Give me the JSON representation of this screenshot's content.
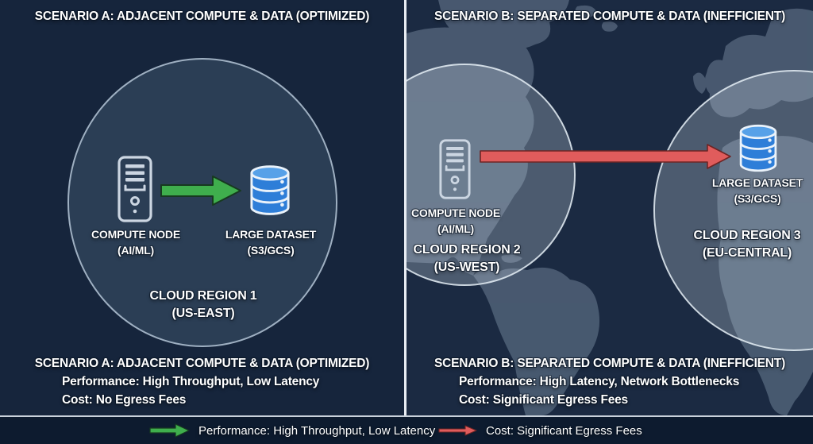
{
  "panel_a": {
    "title": "SCENARIO A: ADJACENT COMPUTE & DATA (OPTIMIZED)",
    "compute_node": {
      "label": "COMPUTE NODE",
      "sublabel": "(AI/ML)"
    },
    "dataset": {
      "label": "LARGE DATASET",
      "sublabel": "(S3/GCS)"
    },
    "region": {
      "label": "CLOUD REGION 1",
      "sublabel": "(US-EAST)"
    },
    "summary": {
      "title": "SCENARIO A: ADJACENT COMPUTE & DATA (OPTIMIZED)",
      "performance": "Performance: High Throughput, Low Latency",
      "cost": "Cost: No Egress Fees"
    }
  },
  "panel_b": {
    "title": "SCENARIO B: SEPARATED COMPUTE & DATA (INEFFICIENT)",
    "compute_node": {
      "label": "COMPUTE NODE",
      "sublabel": "(AI/ML)"
    },
    "region2": {
      "label": "CLOUD REGION 2",
      "sublabel": "(US-WEST)"
    },
    "dataset": {
      "label": "LARGE DATASET",
      "sublabel": "(S3/GCS)"
    },
    "region3": {
      "label": "CLOUD REGION 3",
      "sublabel": "(EU-CENTRAL)"
    },
    "summary": {
      "title": "SCENARIO B: SEPARATED COMPUTE & DATA (INEFFICIENT)",
      "performance": "Performance: High Latency, Network Bottlenecks",
      "cost": "Cost: Significant Egress Fees"
    }
  },
  "legend": {
    "performance_label": "Performance: High Throughput, Low Latency",
    "cost_label": "Cost: Significant Egress Fees"
  },
  "icons": {
    "compute_node": "server-tower-icon",
    "dataset": "database-cylinder-icon",
    "fast_transfer": "green-arrow-icon",
    "slow_transfer": "red-arrow-icon"
  },
  "colors": {
    "panel_a_bg": "#16253c",
    "panel_b_ocean": "#1b2a42",
    "map_land": "#4d5e74",
    "circle_a_fill": "#2b3e55",
    "circle_a_border": "#9fb0c2",
    "divider": "#e8edf3",
    "text": "#ffffff",
    "arrow_green": "#3fae4d",
    "arrow_red": "#e05c5c",
    "db_blue": "#2e7ed8",
    "db_blue_top": "#57a1e8",
    "icon_stroke": "#ccd6e2",
    "legend_bg": "#0d1b2f",
    "legend_border": "#c9d2dc"
  }
}
